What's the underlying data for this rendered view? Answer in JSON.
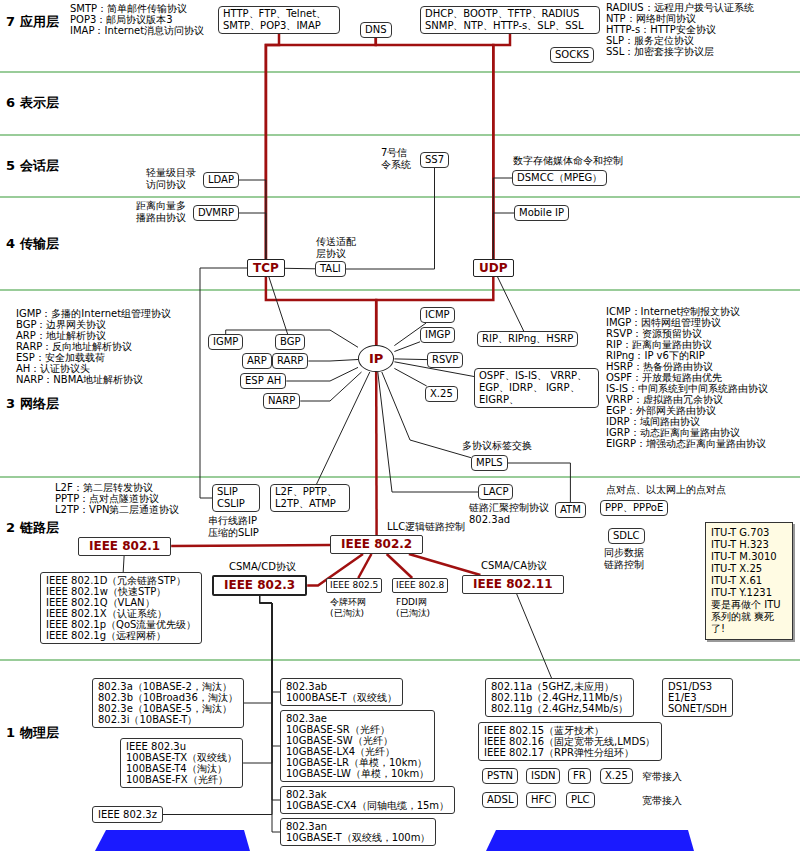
{
  "diagram": {
    "nodes": [
      {
        "text": [
          "HTTP、FTP、Telnet、 SMTP、POP3、IMAP"
        ]
      },
      {
        "text": [
          "DNS"
        ]
      },
      {
        "text": [
          "DHCP、BOOTP、TFTP、RADIUS SNMP、NTP、HTTP-s、SLP、SSL"
        ]
      },
      {
        "text": [
          "SOCKS"
        ]
      },
      {
        "text": [
          "7号信 令系统",
          "SS7"
        ]
      },
      {
        "text": [
          "轻量级目录 访问协议",
          "LDAP"
        ]
      },
      {
        "text": [
          "数字存储媒体命令和控制",
          "DSMCC（MPEG）"
        ]
      },
      {
        "text": [
          "距离向量多 播路由协议",
          "DVMRP"
        ]
      },
      {
        "text": [
          "Mobile IP"
        ]
      },
      {
        "text": [
          "TCP"
        ]
      },
      {
        "text": [
          "传送适配 层协议",
          "TALI"
        ]
      },
      {
        "text": [
          "UDP"
        ]
      },
      {
        "text": [
          "ICMP"
        ]
      },
      {
        "text": [
          "IMGP"
        ]
      },
      {
        "text": [
          "IGMP"
        ]
      },
      {
        "text": [
          "BGP"
        ]
      },
      {
        "text": [
          "ARP"
        ]
      },
      {
        "text": [
          "RARP"
        ]
      },
      {
        "text": [
          "ESP AH"
        ]
      },
      {
        "text": [
          "NARP"
        ]
      },
      {
        "text": [
          "IP"
        ]
      },
      {
        "text": [
          "RIP、RIPng、HSRP"
        ]
      },
      {
        "text": [
          "RSVP"
        ]
      },
      {
        "text": [
          "X.25"
        ]
      },
      {
        "text": [
          "OSPF、IS-IS、 VRRP、EGP、IDRP、 IGRP、EIGRP、"
        ]
      },
      {
        "text": [
          "多协议标签交换",
          "MPLS"
        ]
      },
      {
        "text": [
          "串行线路IP 压缩的SLIP",
          "SLIP CSLIP"
        ]
      },
      {
        "text": [
          "L2F、PPTP、 L2TP、ATMP"
        ]
      },
      {
        "text": [
          "链路汇聚控制协议 802.3ad",
          "LACP"
        ]
      },
      {
        "text": [
          "ATM"
        ]
      },
      {
        "text": [
          "点对点、以太网上的点对点",
          "PPP、PPPoE"
        ]
      },
      {
        "text": [
          "同步数据 链路控制",
          "SDLC"
        ]
      },
      {
        "text": [
          "IEEE 802.1"
        ]
      },
      {
        "text": [
          "LLC逻辑链路控制",
          "IEEE 802.2"
        ]
      },
      {
        "text": [
          "CSMA/CD协议",
          "IEEE 802.3"
        ]
      },
      {
        "text": [
          "令牌环网 (已淘汰)",
          "IEEE 802.5"
        ]
      },
      {
        "text": [
          "FDDI网 (已淘汰)",
          "IEEE 802.8"
        ]
      },
      {
        "text": [
          "CSMA/CA协议",
          "IEEE 802.11"
        ]
      },
      {
        "text": [
          "IEEE 802.1D（冗余链路STP）",
          "IEEE 802.1w（快速STP）",
          "IEEE 802.1Q（VLAN）",
          "IEEE 802.1X（认证系统）",
          "IEEE 802.1p（QoS流量优先级）",
          "IEEE 802.1g（远程网桥）"
        ]
      },
      {
        "text": [
          "ITU-T G.703",
          "ITU-T H.323",
          "ITU-T M.3010",
          "ITU-T X.25",
          "ITU-T X.61",
          "ITU-T Y.1231",
          "要是再做个 ITU系列的就 爽死了!"
        ]
      },
      {
        "text": [
          "802.3a（10BASE-2，淘汰）",
          "802.3b（10Broad36，淘汰）",
          "802.3e（10BASE-5，淘汰）",
          "802.3i（10BASE-T）"
        ]
      },
      {
        "text": [
          "IEEE 802.3u",
          "100BASE-TX（双绞线）",
          "100BASE-T4（淘汰）",
          "100BASE-FX（光纤）"
        ]
      },
      {
        "text": [
          "IEEE 802.3z"
        ]
      },
      {
        "text": [
          "802.3ab",
          "1000BASE-T（双绞线）"
        ]
      },
      {
        "text": [
          "802.3ae",
          "10GBASE-SR（光纤）",
          "10GBASE-SW（光纤）",
          "10GBASE-LX4（光纤）",
          "10GBASE-LR（单模，10km）",
          "10GBASE-LW（单模，10km）"
        ]
      },
      {
        "text": [
          "802.3ak",
          "10GBASE-CX4（同轴电缆，15m）"
        ]
      },
      {
        "text": [
          "802.3an",
          "10GBASE-T（双绞线，100m）"
        ]
      },
      {
        "text": [
          "802.11a（5GHZ,未应用）",
          "802.11b（2.4GHz,11Mb/s）",
          "802.11g（2.4GHz,54Mb/s）"
        ]
      },
      {
        "text": [
          "DS1/DS3",
          "E1/E3",
          "SONET/SDH"
        ]
      },
      {
        "text": [
          "IEEE 802.15（蓝牙技术）",
          "IEEE 802.16（固定宽带无线,LMDS）",
          "IEEE 802.17（RPR弹性分组环）"
        ]
      },
      {
        "text": [
          "PSTN"
        ]
      },
      {
        "text": [
          "ISDN"
        ]
      },
      {
        "text": [
          "FR"
        ]
      },
      {
        "text": [
          "X.25"
        ]
      },
      {
        "text": [
          "ADSL"
        ]
      },
      {
        "text": [
          "HFC"
        ]
      },
      {
        "text": [
          "PLC"
        ]
      }
    ],
    "edges": [
      {
        "from": 0,
        "to": 9,
        "arrow": "none"
      },
      {
        "from": 1,
        "to": 9,
        "arrow": "none"
      },
      {
        "from": 1,
        "to": 11,
        "arrow": "none"
      },
      {
        "from": 2,
        "to": 11,
        "arrow": "none"
      },
      {
        "from": 5,
        "to": 9,
        "arrow": "none"
      },
      {
        "from": 7,
        "to": 9,
        "arrow": "none"
      },
      {
        "from": 6,
        "to": 11,
        "arrow": "none"
      },
      {
        "from": 8,
        "to": 11,
        "arrow": "none"
      },
      {
        "from": 4,
        "to": 10,
        "arrow": "none"
      },
      {
        "from": 10,
        "to": 9,
        "arrow": "none"
      },
      {
        "from": 9,
        "to": 20,
        "arrow": "none"
      },
      {
        "from": 11,
        "to": 20,
        "arrow": "none"
      },
      {
        "from": 9,
        "to": 15,
        "arrow": "none"
      },
      {
        "from": 11,
        "to": 21,
        "arrow": "none"
      },
      {
        "from": 9,
        "to": 26,
        "arrow": "none"
      },
      {
        "from": 20,
        "to": 14,
        "arrow": "none"
      },
      {
        "from": 20,
        "to": 17,
        "arrow": "none"
      },
      {
        "from": 20,
        "to": 18,
        "arrow": "none"
      },
      {
        "from": 20,
        "to": 19,
        "arrow": "none"
      },
      {
        "from": 20,
        "to": 12,
        "arrow": "none"
      },
      {
        "from": 20,
        "to": 13,
        "arrow": "none"
      },
      {
        "from": 20,
        "to": 22,
        "arrow": "none"
      },
      {
        "from": 20,
        "to": 23,
        "arrow": "none"
      },
      {
        "from": 20,
        "to": 24,
        "arrow": "none"
      },
      {
        "from": 20,
        "to": 25,
        "arrow": "none"
      },
      {
        "from": 20,
        "to": 27,
        "arrow": "none"
      },
      {
        "from": 20,
        "to": 33,
        "arrow": "none"
      },
      {
        "from": 20,
        "to": 28,
        "arrow": "none"
      },
      {
        "from": 25,
        "to": 29,
        "arrow": "none"
      },
      {
        "from": 33,
        "to": 32,
        "arrow": "none"
      },
      {
        "from": 33,
        "to": 34,
        "arrow": "none"
      },
      {
        "from": 33,
        "to": 35,
        "arrow": "none"
      },
      {
        "from": 33,
        "to": 36,
        "arrow": "none"
      },
      {
        "from": 33,
        "to": 37,
        "arrow": "none"
      },
      {
        "from": 32,
        "to": 38,
        "arrow": "none"
      },
      {
        "from": 34,
        "to": 40,
        "arrow": "none"
      },
      {
        "from": 34,
        "to": 41,
        "arrow": "none"
      },
      {
        "from": 34,
        "to": 42,
        "arrow": "none"
      },
      {
        "from": 34,
        "to": 43,
        "arrow": "none"
      },
      {
        "from": 34,
        "to": 44,
        "arrow": "none"
      },
      {
        "from": 34,
        "to": 45,
        "arrow": "none"
      },
      {
        "from": 34,
        "to": 46,
        "arrow": "none"
      },
      {
        "from": 37,
        "to": 47,
        "arrow": "none"
      }
    ],
    "labels": [
      "7 应用层",
      "6 表示层",
      "5 会话层",
      "4 传输层",
      "3 网络层",
      "2 链路层",
      "1 物理层",
      "SMTP：简单邮件传输协议",
      "POP3：邮局协议版本3",
      "IMAP：Internet消息访问协议",
      "RADIUS：远程用户拨号认证系统",
      "NTP：网络时间协议",
      "HTTP-s：HTTP安全协议",
      "SLP：服务定位协议",
      "SSL：加密套接字协议层",
      "IGMP：多播的Internet组管理协议",
      "BGP：边界网关协议",
      "ARP：地址解析协议",
      "RARP：反向地址解析协议",
      "ESP：安全加载载荷",
      "AH：认证协议头",
      "NARP：NBMA地址解析协议",
      "ICMP：Internet控制报文协议",
      "IMGP：因特网组管理协议",
      "RSVP：资源预留协议",
      "RIP：距离向量路由协议",
      "RIPng：IP v6下的RIP",
      "HSRP：热备份路由协议",
      "OSPF：开放最短路由优先",
      "IS-IS：中间系统到中间系统路由协议",
      "VRRP：虚拟路由冗余协议",
      "EGP：外部网关路由协议",
      "IDRP：域间路由协议",
      "IGRP：动态距离向量路由协议",
      "EIGRP：增强动态距离向量路由协议",
      "L2F：第二层转发协议",
      "PPTP：点对点隧道协议",
      "L2TP：VPN第二层通道协议",
      "窄带接入",
      "宽带接入"
    ]
  }
}
